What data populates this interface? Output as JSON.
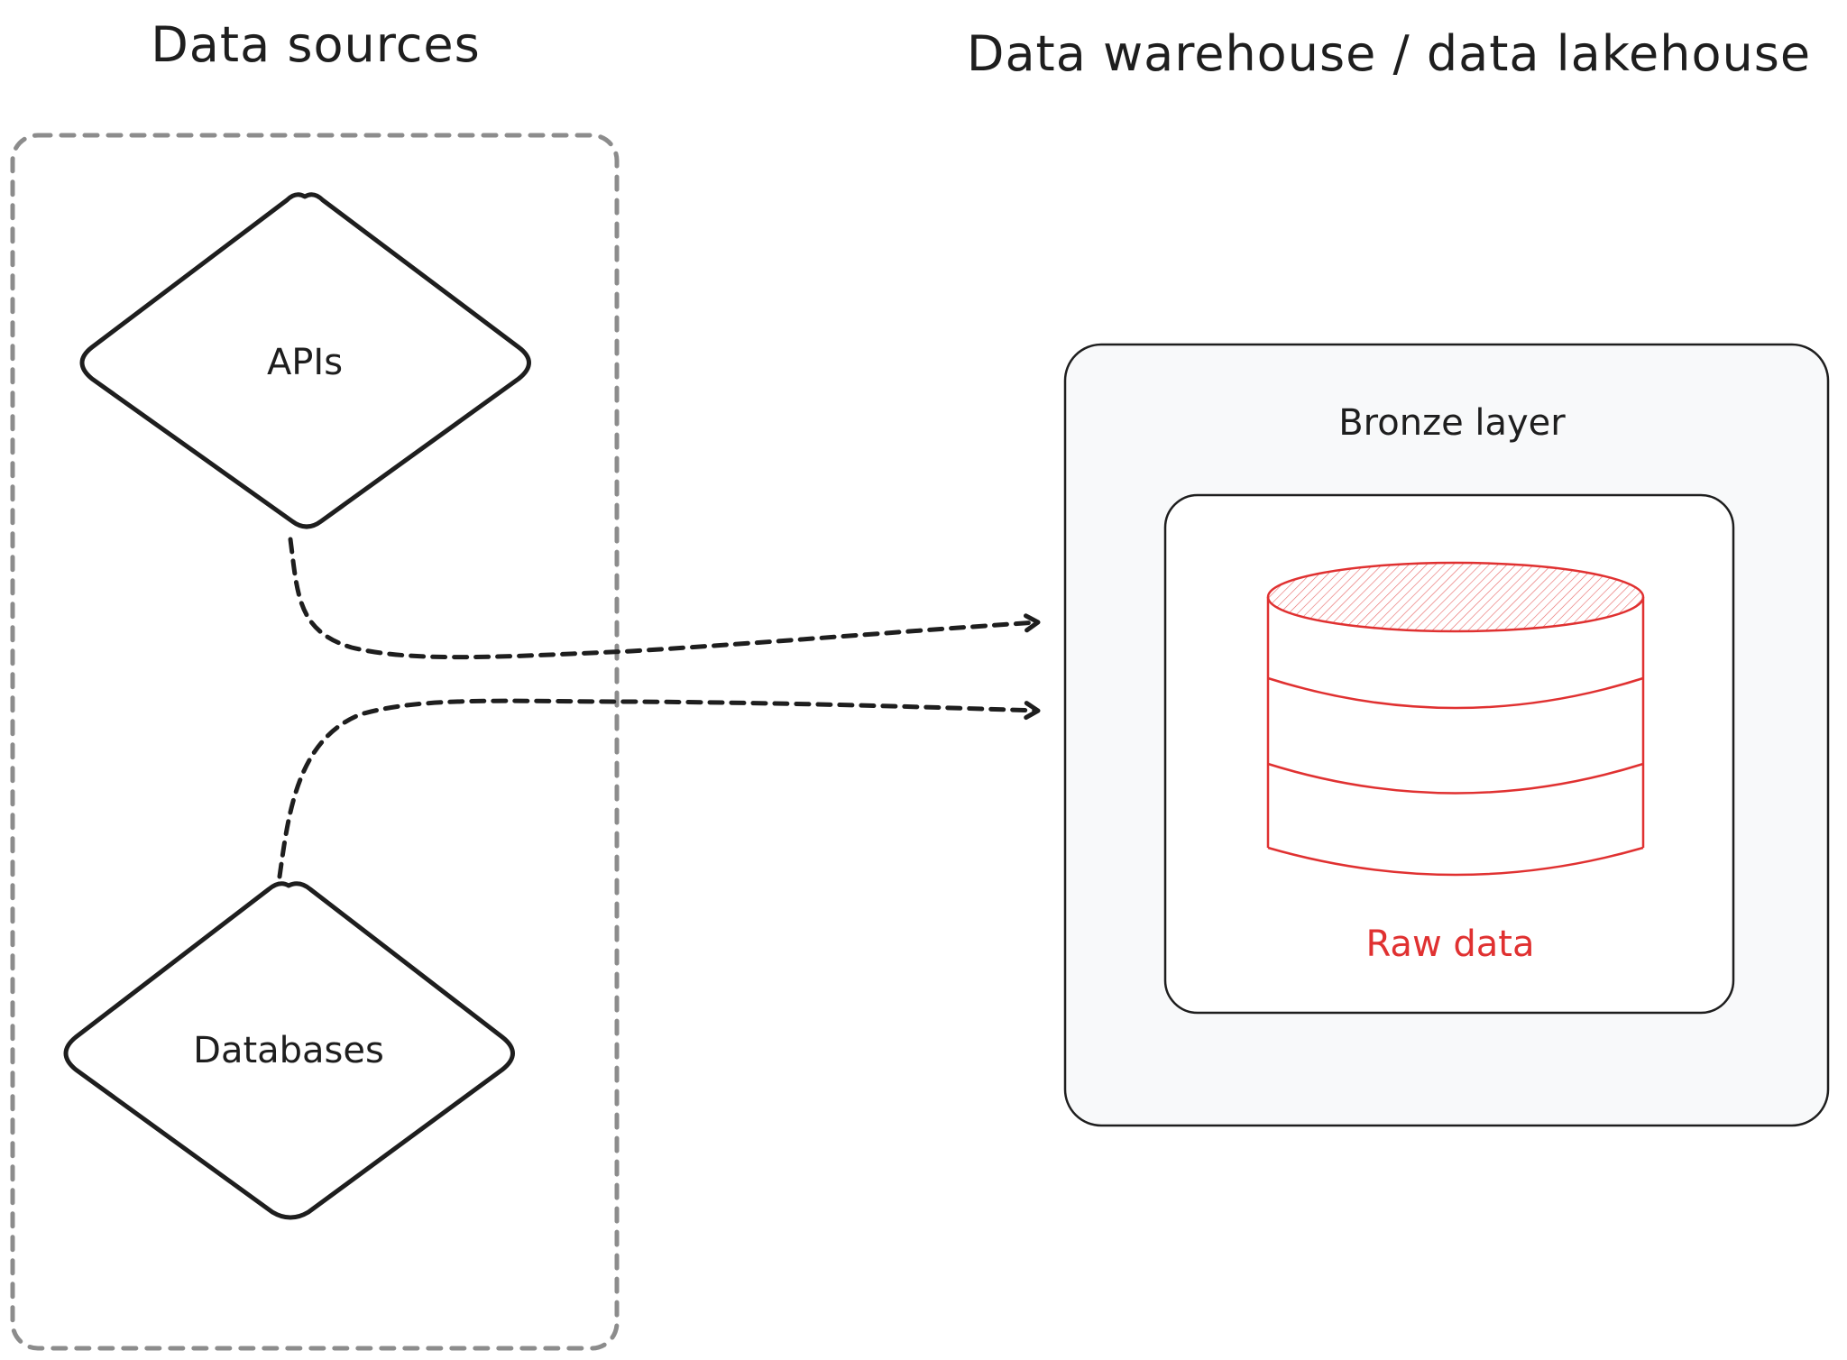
{
  "titles": {
    "sources": "Data sources",
    "warehouse": "Data warehouse / data lakehouse"
  },
  "sources": {
    "items": [
      {
        "label": "APIs",
        "shape": "diamond"
      },
      {
        "label": "Databases",
        "shape": "diamond"
      }
    ]
  },
  "warehouse": {
    "layer_label": "Bronze layer",
    "store": {
      "label": "Raw data",
      "icon": "database-cylinder-icon"
    }
  },
  "edges": [
    {
      "from": "APIs",
      "to": "Bronze layer",
      "style": "dashed-arrow"
    },
    {
      "from": "Databases",
      "to": "Bronze layer",
      "style": "dashed-arrow"
    }
  ],
  "colors": {
    "stroke": "#1e1e1e",
    "container_dashed": "#8c8c8c",
    "layer_fill": "#f8f9fa",
    "accent_red": "#e03131"
  }
}
